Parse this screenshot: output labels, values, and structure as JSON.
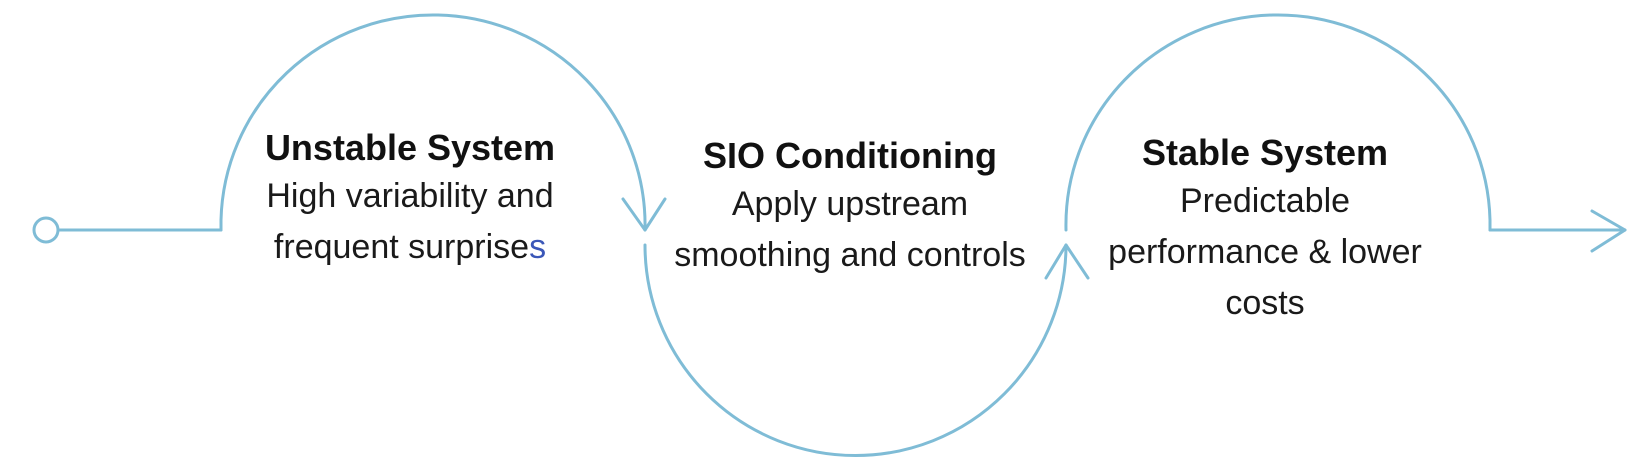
{
  "colors": {
    "connector": "#7fbcd6",
    "title_text": "#111111",
    "body_text": "#1a1a1a",
    "accent_letter": "#3b57b8"
  },
  "icons": {
    "start": "circle-start-icon",
    "end": "arrow-right-icon",
    "transitions": [
      "chevron-down-icon",
      "chevron-up-icon"
    ]
  },
  "stages": [
    {
      "title": "Unstable System",
      "desc_lines": [
        "High variability and",
        "frequent surprise"
      ],
      "desc_accent_suffix": "s"
    },
    {
      "title": "SIO Conditioning",
      "desc_lines": [
        "Apply upstream",
        "smoothing and controls"
      ]
    },
    {
      "title": "Stable System",
      "desc_lines": [
        "Predictable",
        "performance & lower",
        "costs"
      ]
    }
  ]
}
